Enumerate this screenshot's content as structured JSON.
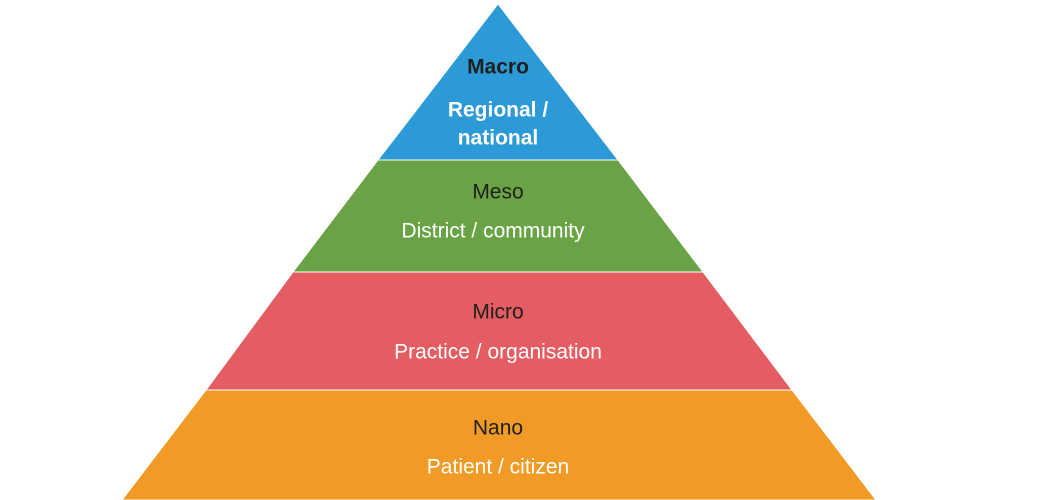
{
  "pyramid": {
    "levels": [
      {
        "key": "macro",
        "title": "Macro",
        "subtitle_lines": [
          "Regional /",
          "national"
        ],
        "fill": "#2c9ad6",
        "title_color": "#1f1f1f",
        "subtitle_color": "#ffffff",
        "title_bold": true,
        "subtitle_bold": true
      },
      {
        "key": "meso",
        "title": "Meso",
        "subtitle_lines": [
          "District / community"
        ],
        "fill": "#6aa345",
        "title_color": "#1f1f1f",
        "subtitle_color": "#ffffff",
        "title_bold": false,
        "subtitle_bold": false
      },
      {
        "key": "micro",
        "title": "Micro",
        "subtitle_lines": [
          "Practice / organisation"
        ],
        "fill": "#e35d63",
        "title_color": "#1f1f1f",
        "subtitle_color": "#ffffff",
        "title_bold": false,
        "subtitle_bold": false
      },
      {
        "key": "nano",
        "title": "Nano",
        "subtitle_lines": [
          "Patient / citizen"
        ],
        "fill": "#f19b26",
        "title_color": "#1f1f1f",
        "subtitle_color": "#ffffff",
        "title_bold": false,
        "subtitle_bold": false
      }
    ]
  }
}
